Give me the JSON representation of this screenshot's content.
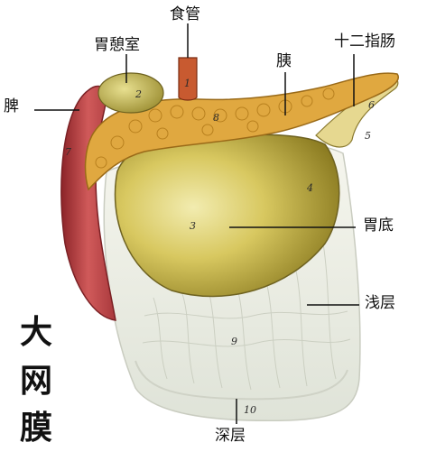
{
  "labels": {
    "esophagus": "食管",
    "gastric_recess": "胃憩室",
    "pancreas": "胰",
    "duodenum": "十二指肠",
    "spleen": "脾",
    "fundus": "胃底",
    "superficial_layer": "浅层",
    "deep_layer": "深层"
  },
  "title_chars": [
    "大",
    "网",
    "膜"
  ],
  "numbers": [
    "1",
    "2",
    "3",
    "4",
    "5",
    "6",
    "7",
    "8",
    "9",
    "10"
  ],
  "colors": {
    "stomach": "#d8c860",
    "spleen": "#c0484a",
    "pancreas": "#e0a840",
    "esophagus": "#c85a30",
    "omentum": "#ecefe6",
    "leader": "#111111"
  }
}
